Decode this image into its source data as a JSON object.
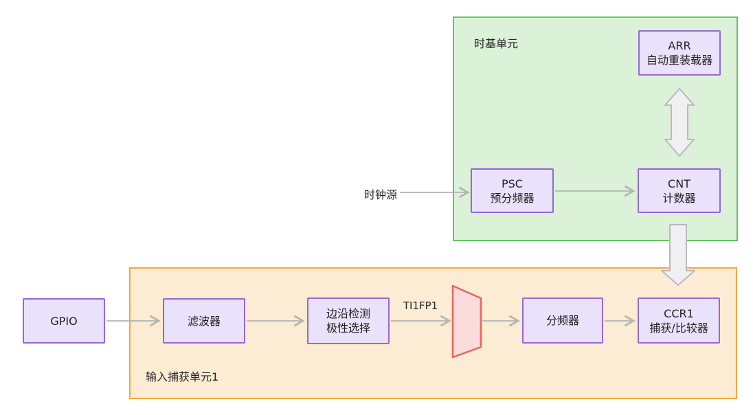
{
  "diagram": {
    "containers": {
      "timebase": {
        "label": "时基单元"
      },
      "input_capture": {
        "label": "输入捕获单元1"
      }
    },
    "nodes": {
      "gpio": {
        "line1": "GPIO"
      },
      "filter": {
        "line1": "滤波器"
      },
      "edge_detect": {
        "line1": "边沿检测",
        "line2": "极性选择"
      },
      "divider": {
        "line1": "分频器"
      },
      "ccr1": {
        "line1": "CCR1",
        "line2": "捕获/比较器"
      },
      "psc": {
        "line1": "PSC",
        "line2": "预分频器"
      },
      "cnt": {
        "line1": "CNT",
        "line2": "计数器"
      },
      "arr": {
        "line1": "ARR",
        "line2": "自动重装载器"
      }
    },
    "labels": {
      "clock_source": "时钟源",
      "signal": "TI1FP1"
    },
    "colors": {
      "node_fill": "#eae1fa",
      "node_border": "#9468db",
      "timebase_fill": "#dcf2d8",
      "timebase_border": "#5ec75e",
      "input_capture_fill": "#fdecd4",
      "input_capture_border": "#f7a83c",
      "trapezoid_fill": "#fbdbdc",
      "trapezoid_border": "#f0625c",
      "thin_arrow": "#b3b3b3",
      "block_arrow_fill": "#f0f0f2",
      "block_arrow_border": "#b9b9bf",
      "text": "#333333"
    }
  }
}
